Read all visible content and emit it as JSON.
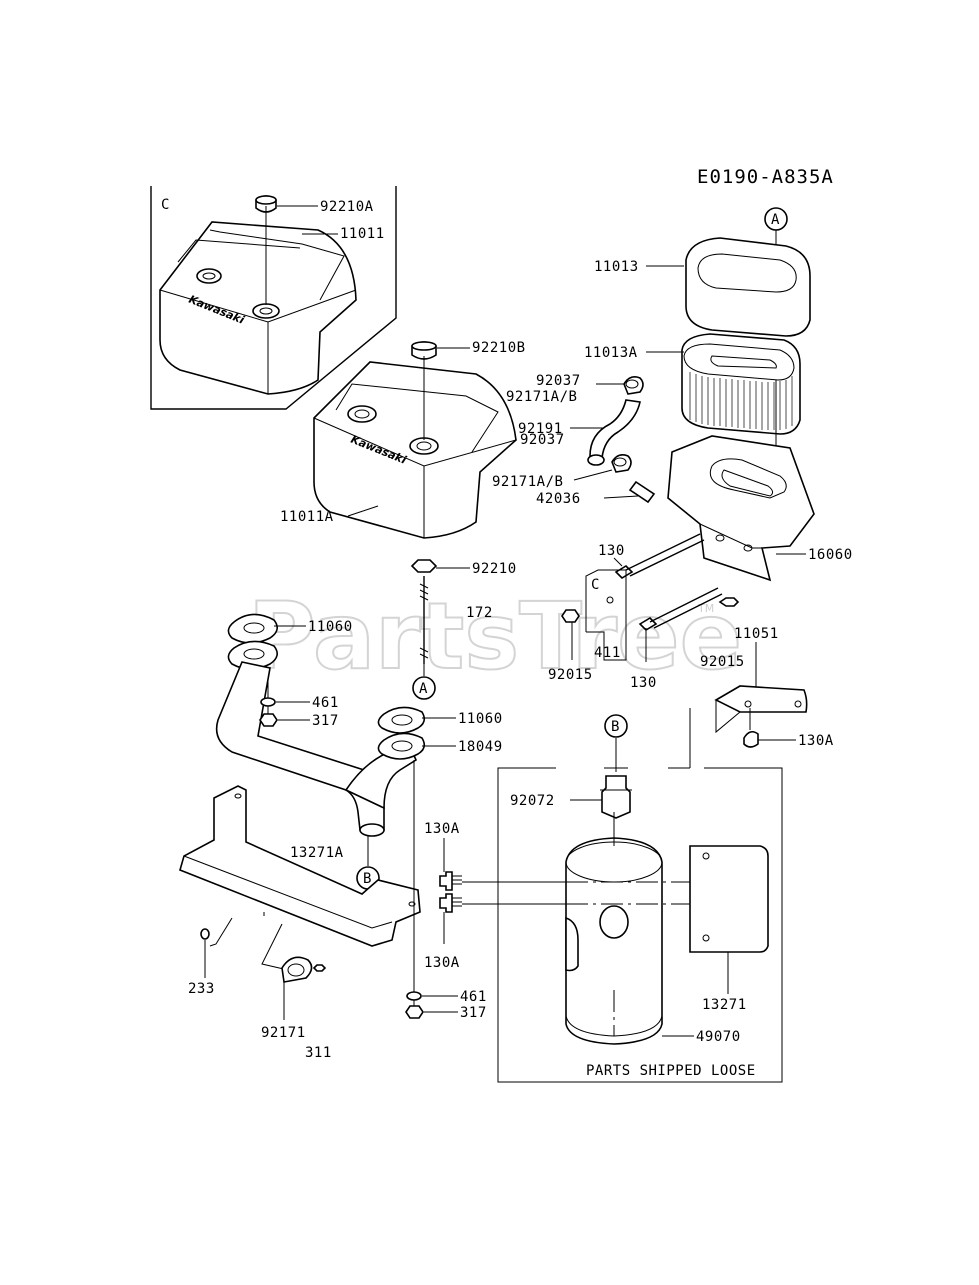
{
  "diagram": {
    "code": "E0190-A835A",
    "watermark": "PartsTree",
    "watermark_tm": "TM",
    "brand_mark": "Kawasaki",
    "box_loose_title": "PARTS SHIPPED LOOSE",
    "callouts": {
      "A": "A",
      "B": "B",
      "C": "C"
    },
    "labels": {
      "p92210A": "92210A",
      "p11011": "11011",
      "p92210B": "92210B",
      "p11011A": "11011A",
      "p92210": "92210",
      "p172": "172",
      "p11060a": "11060",
      "p461a": "461",
      "p317a": "317",
      "p11060b": "11060",
      "p18049": "18049",
      "p13271A": "13271A",
      "p233": "233",
      "p92171": "92171",
      "p311": "311",
      "p461b": "461",
      "p317b": "317",
      "p11013": "11013",
      "p11013A": "11013A",
      "p92037a": "92037",
      "p92171ABa": "92171A/B",
      "p92191": "92191",
      "p92037b": "92037",
      "p92171ABb": "92171A/B",
      "p42036": "42036",
      "p16060": "16060",
      "p130a": "130",
      "p411": "411",
      "p92015a": "92015",
      "p130b": "130",
      "p11051": "11051",
      "p92015b": "92015",
      "p130Aa": "130A",
      "p92072": "92072",
      "p130Ab": "130A",
      "p130Ac": "130A",
      "p13271": "13271",
      "p49070": "49070"
    }
  }
}
